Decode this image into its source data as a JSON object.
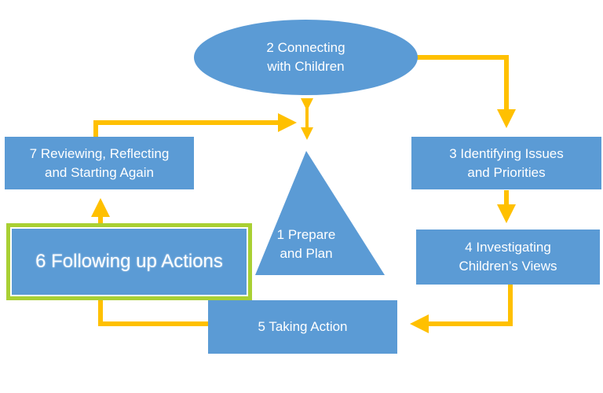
{
  "diagram": {
    "colors": {
      "node_fill": "#5b9bd5",
      "arrow": "#ffc000",
      "highlight_border": "#a9d033",
      "text": "#ffffff"
    },
    "nodes": {
      "prepare": "1 Prepare\nand Plan",
      "connecting": "2 Connecting\nwith Children",
      "identifying": "3 Identifying Issues\nand Priorities",
      "investigating": "4 Investigating\nChildren’s Views",
      "taking_action": "5 Taking Action",
      "following_up": "6 Following up Actions",
      "reviewing": "7 Reviewing, Reflecting\nand Starting Again"
    }
  }
}
